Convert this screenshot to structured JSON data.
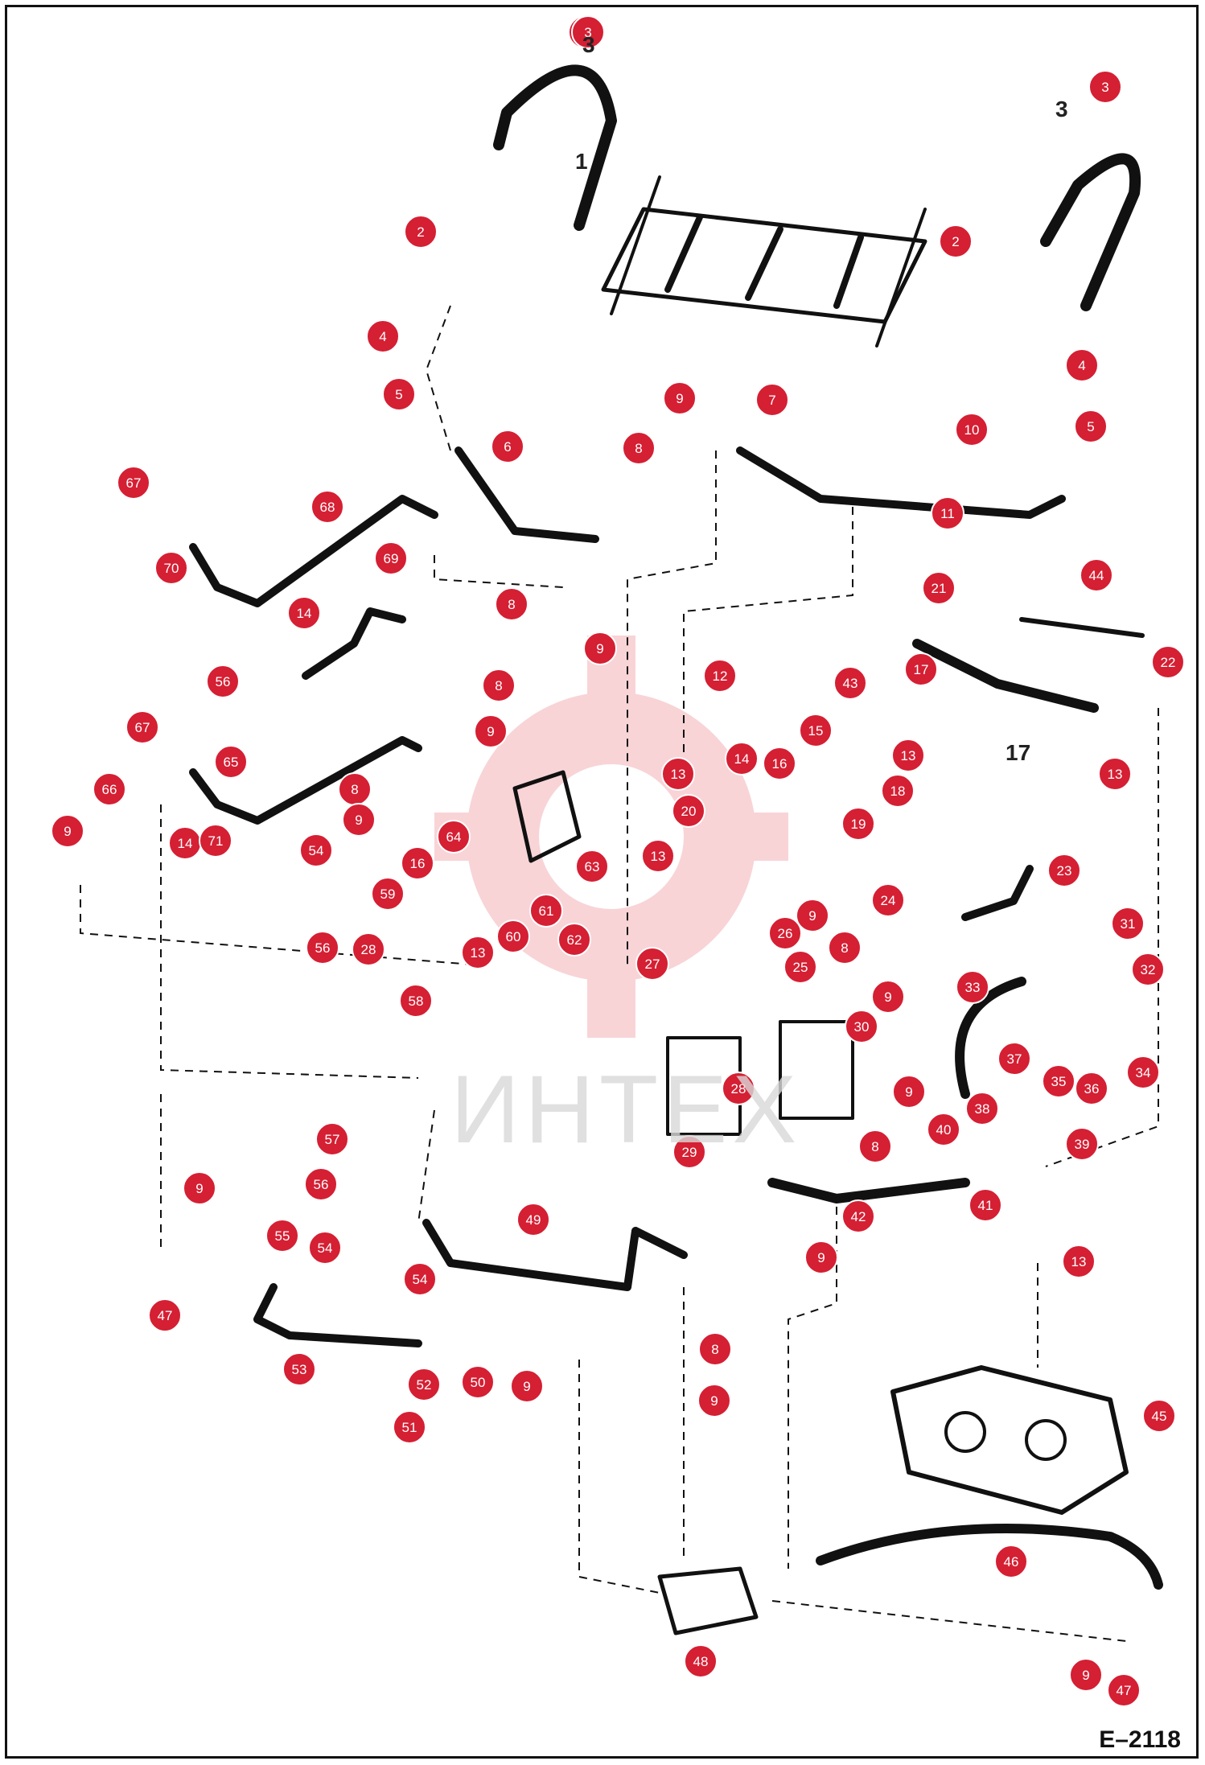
{
  "drawing_number": "E–2118",
  "watermark": "ИНТЕХ",
  "colors": {
    "callout": "#d51f33",
    "line": "#111111",
    "watermark_gear": "#f4b8bd",
    "watermark_text": "#d9d9d9"
  },
  "callouts": [
    {
      "n": "1"
    },
    {
      "n": "2"
    },
    {
      "n": "2"
    },
    {
      "n": "3"
    },
    {
      "n": "3"
    },
    {
      "n": "4"
    },
    {
      "n": "4"
    },
    {
      "n": "5"
    },
    {
      "n": "5"
    },
    {
      "n": "6"
    },
    {
      "n": "7"
    },
    {
      "n": "8"
    },
    {
      "n": "9"
    },
    {
      "n": "10"
    },
    {
      "n": "11"
    },
    {
      "n": "67"
    },
    {
      "n": "68"
    },
    {
      "n": "70"
    },
    {
      "n": "14"
    },
    {
      "n": "56"
    },
    {
      "n": "69"
    },
    {
      "n": "8"
    },
    {
      "n": "9"
    },
    {
      "n": "8"
    },
    {
      "n": "9"
    },
    {
      "n": "21"
    },
    {
      "n": "44"
    },
    {
      "n": "22"
    },
    {
      "n": "12"
    },
    {
      "n": "43"
    },
    {
      "n": "17"
    },
    {
      "n": "67"
    },
    {
      "n": "65"
    },
    {
      "n": "15"
    },
    {
      "n": "14"
    },
    {
      "n": "13"
    },
    {
      "n": "16"
    },
    {
      "n": "13"
    },
    {
      "n": "13"
    },
    {
      "n": "66"
    },
    {
      "n": "18"
    },
    {
      "n": "9"
    },
    {
      "n": "8"
    },
    {
      "n": "9"
    },
    {
      "n": "64"
    },
    {
      "n": "20"
    },
    {
      "n": "19"
    },
    {
      "n": "14"
    },
    {
      "n": "71"
    },
    {
      "n": "54"
    },
    {
      "n": "16"
    },
    {
      "n": "13"
    },
    {
      "n": "63"
    },
    {
      "n": "23"
    },
    {
      "n": "59"
    },
    {
      "n": "61"
    },
    {
      "n": "9"
    },
    {
      "n": "8"
    },
    {
      "n": "24"
    },
    {
      "n": "31"
    },
    {
      "n": "26"
    },
    {
      "n": "56"
    },
    {
      "n": "28"
    },
    {
      "n": "60"
    },
    {
      "n": "62"
    },
    {
      "n": "27"
    },
    {
      "n": "13"
    },
    {
      "n": "25"
    },
    {
      "n": "32"
    },
    {
      "n": "33"
    },
    {
      "n": "58"
    },
    {
      "n": "9"
    },
    {
      "n": "30"
    },
    {
      "n": "37"
    },
    {
      "n": "34"
    },
    {
      "n": "35"
    },
    {
      "n": "36"
    },
    {
      "n": "28"
    },
    {
      "n": "9"
    },
    {
      "n": "38"
    },
    {
      "n": "57"
    },
    {
      "n": "40"
    },
    {
      "n": "8"
    },
    {
      "n": "39"
    },
    {
      "n": "29"
    },
    {
      "n": "56"
    },
    {
      "n": "9"
    },
    {
      "n": "41"
    },
    {
      "n": "42"
    },
    {
      "n": "49"
    },
    {
      "n": "55"
    },
    {
      "n": "54"
    },
    {
      "n": "54"
    },
    {
      "n": "9"
    },
    {
      "n": "13"
    },
    {
      "n": "47"
    },
    {
      "n": "8"
    },
    {
      "n": "53"
    },
    {
      "n": "52"
    },
    {
      "n": "50"
    },
    {
      "n": "9"
    },
    {
      "n": "9"
    },
    {
      "n": "45"
    },
    {
      "n": "51"
    },
    {
      "n": "46"
    },
    {
      "n": "48"
    },
    {
      "n": "9"
    },
    {
      "n": "47"
    }
  ]
}
